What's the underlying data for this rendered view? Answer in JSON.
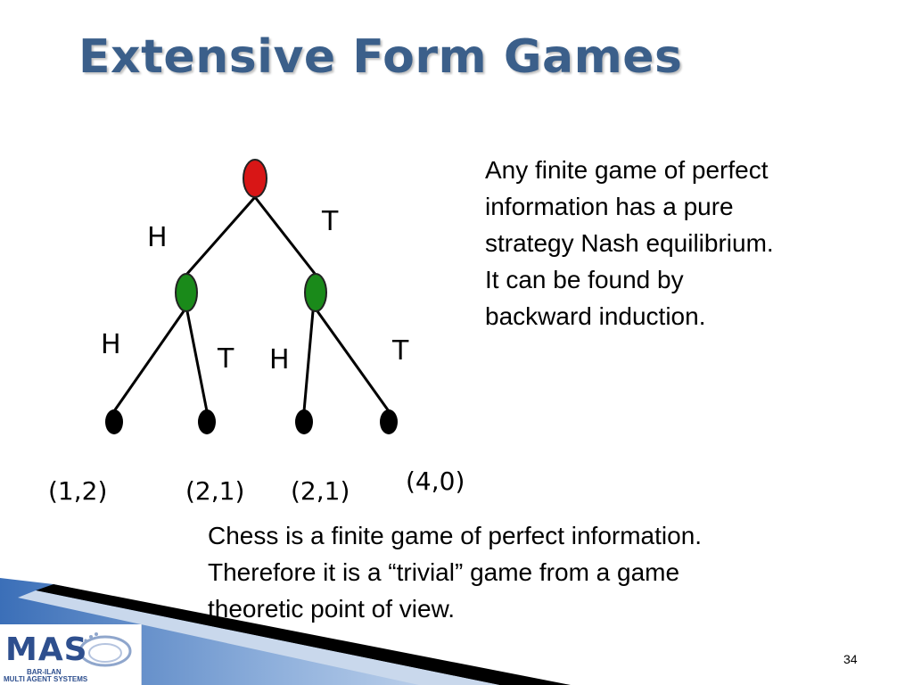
{
  "title": "Extensive Form Games",
  "side_text": [
    "Any finite game of perfect",
    "information has a pure",
    "strategy Nash equilibrium.",
    "It can be found by",
    "backward induction."
  ],
  "bottom_text": [
    "Chess is a finite game of perfect information.",
    "Therefore it is a “trivial” game from a game",
    "theoretic point of view."
  ],
  "tree": {
    "root_color": "#d81616",
    "player2_color": "#1a8a1a",
    "root_edge_labels": {
      "left": "H",
      "right": "T"
    },
    "left_node_edge_labels": {
      "left": "H",
      "right": "T"
    },
    "right_node_edge_labels": {
      "left": "H",
      "right": "T"
    },
    "payoffs": [
      "(1,2)",
      "(2,1)",
      "(2,1)",
      "(4,0)"
    ]
  },
  "logo": {
    "text": "MAS",
    "line1": "BAR-ILAN",
    "line2": "MULTI AGENT SYSTEMS"
  },
  "page_number": "34"
}
